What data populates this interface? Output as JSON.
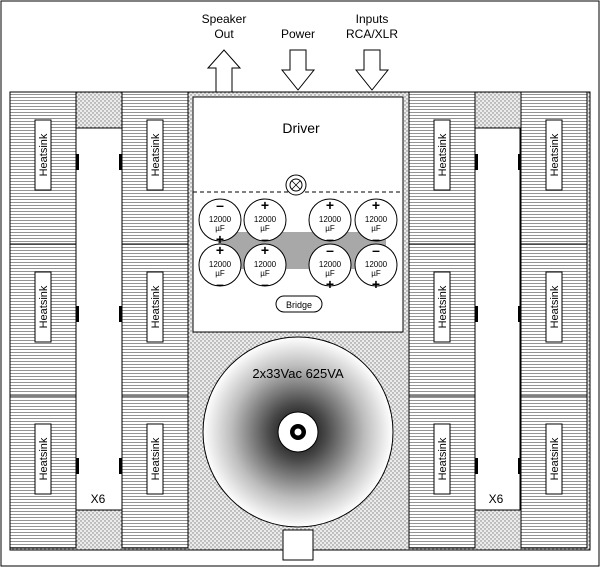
{
  "arrows": [
    {
      "id": "speaker-out",
      "label_lines": [
        "Speaker",
        "Out"
      ],
      "direction": "up"
    },
    {
      "id": "power",
      "label_lines": [
        "Power"
      ],
      "direction": "down"
    },
    {
      "id": "inputs",
      "label_lines": [
        "Inputs",
        "RCA/XLR"
      ],
      "direction": "down"
    }
  ],
  "driver_label": "Driver",
  "capacitors": {
    "value": "12000",
    "unit": "µF",
    "plus": "+",
    "minus": "–"
  },
  "bridge_label": "Bridge",
  "transformer_label": "2x33Vac 625VA",
  "heatsink_label": "Heatsink",
  "multiplier_left": "X6",
  "multiplier_right": "X6",
  "colors": {
    "outline": "#000000",
    "heatsink_fill": "#ffffff",
    "fin_lines": "#555555",
    "dotted_fill": "#e6e6e6",
    "bridge_band": "#a8a8a8"
  }
}
